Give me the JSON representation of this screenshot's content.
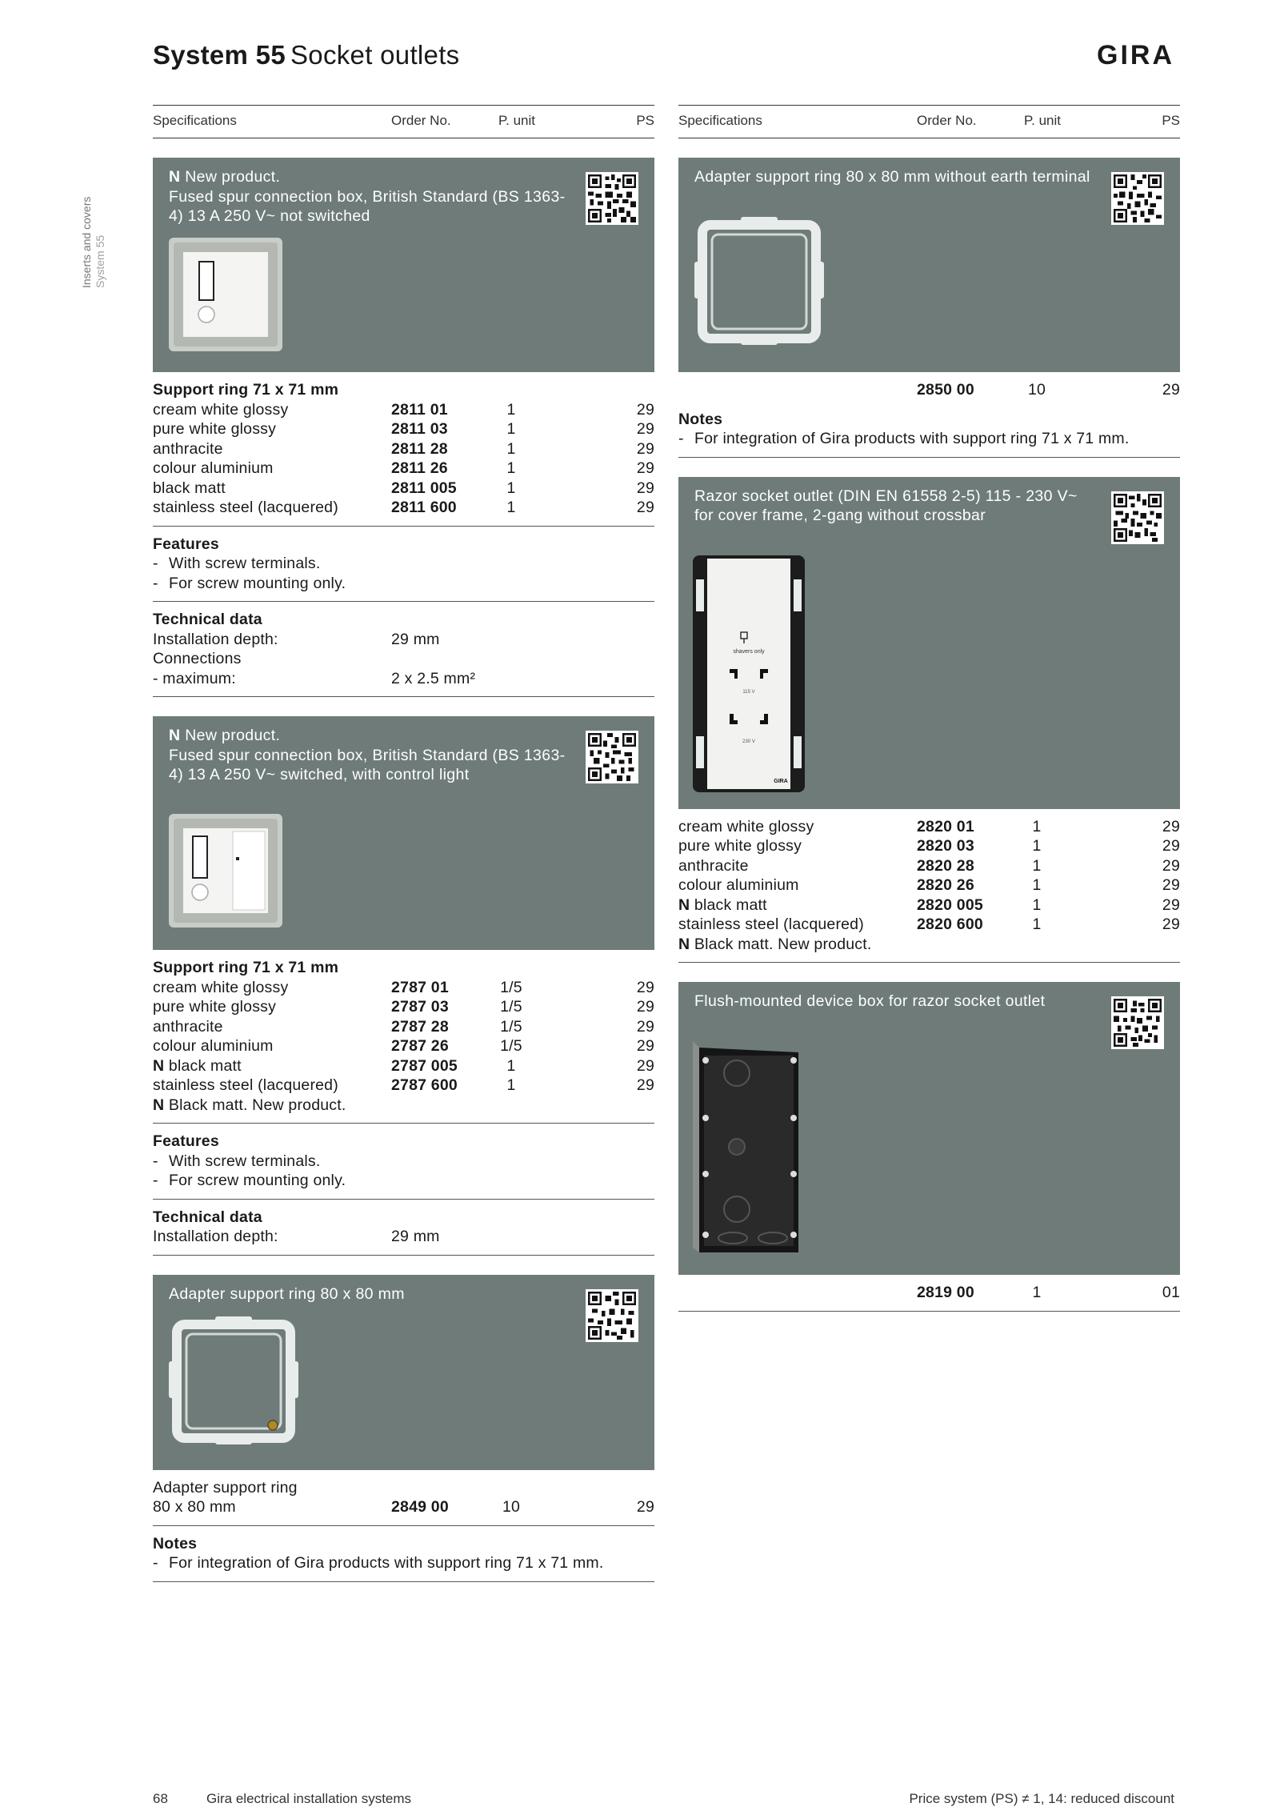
{
  "header": {
    "title_bold": "System 55",
    "title_rest": "Socket outlets",
    "brand": "GIRA"
  },
  "side": {
    "line1": "Inserts and covers",
    "line2": "System 55"
  },
  "columns": {
    "specifications": "Specifications",
    "order_no": "Order No.",
    "p_unit": "P. unit",
    "ps": "PS"
  },
  "n": "N",
  "left": {
    "card1": {
      "new_label": "New product.",
      "title": "Fused spur connection box, British Standard (BS 1363-4) 13 A 250 V~ not switched",
      "group": "Support ring 71 x 71 mm",
      "rows": [
        {
          "name": "cream white glossy",
          "order": "2811 01",
          "unit": "1",
          "ps": "29"
        },
        {
          "name": "pure white glossy",
          "order": "2811 03",
          "unit": "1",
          "ps": "29"
        },
        {
          "name": "anthracite",
          "order": "2811 28",
          "unit": "1",
          "ps": "29"
        },
        {
          "name": "colour aluminium",
          "order": "2811 26",
          "unit": "1",
          "ps": "29"
        },
        {
          "name": "black matt",
          "order": "2811 005",
          "unit": "1",
          "ps": "29"
        },
        {
          "name": "stainless steel (lacquered)",
          "order": "2811 600",
          "unit": "1",
          "ps": "29"
        }
      ],
      "features_title": "Features",
      "features": [
        "With screw terminals.",
        "For screw mounting only."
      ],
      "tech_title": "Technical data",
      "tech": [
        {
          "k": "Installation depth:",
          "v": "29 mm"
        },
        {
          "k": "Connections",
          "v": ""
        },
        {
          "k": "-  maximum:",
          "v": "2 x 2.5 mm²"
        }
      ]
    },
    "card2": {
      "new_label": "New product.",
      "title": "Fused spur connection box, British Standard (BS 1363-4) 13 A 250 V~ switched, with control light",
      "group": "Support ring 71 x 71 mm",
      "rows": [
        {
          "n": "",
          "name": "cream white glossy",
          "order": "2787 01",
          "unit": "1/5",
          "ps": "29"
        },
        {
          "n": "",
          "name": "pure white glossy",
          "order": "2787 03",
          "unit": "1/5",
          "ps": "29"
        },
        {
          "n": "",
          "name": "anthracite",
          "order": "2787 28",
          "unit": "1/5",
          "ps": "29"
        },
        {
          "n": "",
          "name": "colour aluminium",
          "order": "2787 26",
          "unit": "1/5",
          "ps": "29"
        },
        {
          "n": "N",
          "name": "black matt",
          "order": "2787 005",
          "unit": "1",
          "ps": "29"
        },
        {
          "n": "",
          "name": "stainless steel (lacquered)",
          "order": "2787 600",
          "unit": "1",
          "ps": "29"
        }
      ],
      "note": "Black matt. New product.",
      "features_title": "Features",
      "features": [
        "With screw terminals.",
        "For screw mounting only."
      ],
      "tech_title": "Technical data",
      "tech": [
        {
          "k": "Installation depth:",
          "v": "29 mm"
        }
      ]
    },
    "card3": {
      "title": "Adapter support ring 80 x 80 mm",
      "name1": "Adapter support ring",
      "name2": "80 x 80 mm",
      "order": "2849 00",
      "unit": "10",
      "ps": "29",
      "notes_title": "Notes",
      "note": "For integration of Gira products with support ring 71 x 71 mm."
    }
  },
  "right": {
    "card1": {
      "title": "Adapter support ring 80 x 80 mm without earth terminal",
      "order": "2850 00",
      "unit": "10",
      "ps": "29",
      "notes_title": "Notes",
      "note": "For integration of Gira products with support ring 71 x 71 mm."
    },
    "card2": {
      "title": "Razor socket outlet (DIN EN 61558 2-5) 115 - 230 V~ for cover frame, 2-gang without crossbar",
      "img_text1": "shavers only",
      "img_text2": "115 V",
      "img_text3": "230 V",
      "img_brand": "GIRA",
      "rows": [
        {
          "n": "",
          "name": "cream white glossy",
          "order": "2820 01",
          "unit": "1",
          "ps": "29"
        },
        {
          "n": "",
          "name": "pure white glossy",
          "order": "2820 03",
          "unit": "1",
          "ps": "29"
        },
        {
          "n": "",
          "name": "anthracite",
          "order": "2820 28",
          "unit": "1",
          "ps": "29"
        },
        {
          "n": "",
          "name": "colour aluminium",
          "order": "2820 26",
          "unit": "1",
          "ps": "29"
        },
        {
          "n": "N",
          "name": "black matt",
          "order": "2820 005",
          "unit": "1",
          "ps": "29"
        },
        {
          "n": "",
          "name": "stainless steel (lacquered)",
          "order": "2820 600",
          "unit": "1",
          "ps": "29"
        }
      ],
      "note": "Black matt. New product."
    },
    "card3": {
      "title": "Flush-mounted device box for razor socket outlet",
      "order": "2819 00",
      "unit": "1",
      "ps": "01"
    }
  },
  "footer": {
    "page": "68",
    "pub": "Gira electrical installation systems",
    "note": "Price system (PS) ≠ 1, 14: reduced discount"
  }
}
